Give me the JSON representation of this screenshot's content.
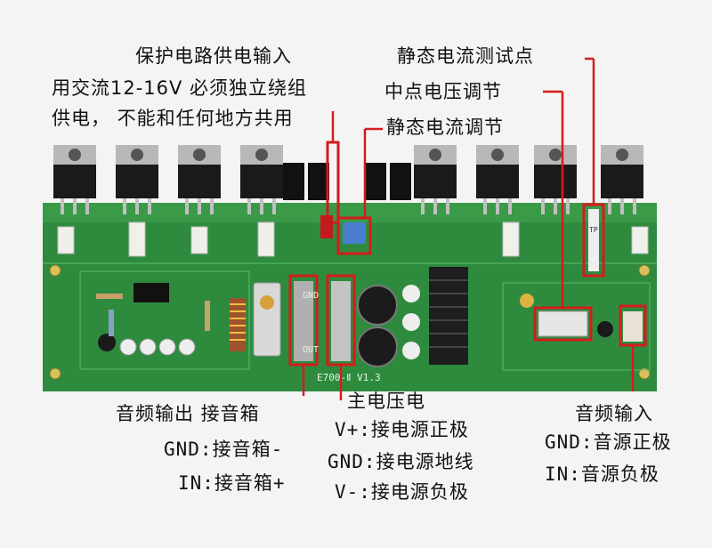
{
  "labels": {
    "protection_title": "保护电路供电输入",
    "protection_line2": "用交流12-16V 必须独立绕组",
    "protection_line3": "供电， 不能和任何地方共用",
    "quiescent_test": "静态电流测试点",
    "midpoint_adj": "中点电压调节",
    "quiescent_adj": "静态电流调节",
    "audio_out_title": "音频输出 接音箱",
    "audio_out_gnd": "GND:接音箱-",
    "audio_out_in": "IN:接音箱+",
    "main_voltage_title": "主电压电",
    "main_vplus": "V+:接电源正极",
    "main_gnd": "GND:接电源地线",
    "main_vminus": "V-:接电源负极",
    "audio_in_title": "音频输入",
    "audio_in_gnd": "GND:音源正极",
    "audio_in_in": "IN:音源负极"
  },
  "board": {
    "model": "E700-Ⅱ V1.3",
    "terminal_gnd": "GND",
    "terminal_out": "OUT",
    "tp_label": "TP"
  },
  "colors": {
    "pcb": "#2e8b3e",
    "pcb_dark": "#237232",
    "highlight": "#d41c1c",
    "transistor": "#1a1a1a"
  }
}
